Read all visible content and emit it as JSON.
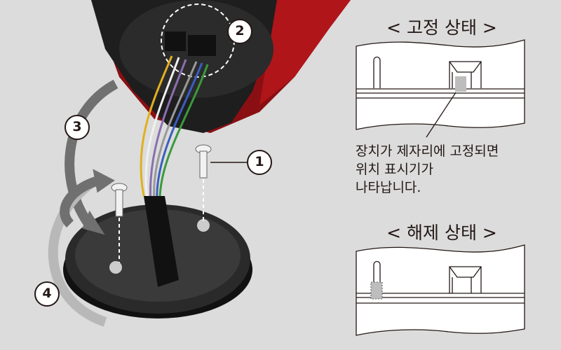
{
  "steps": [
    "1",
    "2",
    "3",
    "4"
  ],
  "locked": {
    "title": "< 고정 상태 >",
    "note_lines": [
      "장치가 제자리에 고정되면",
      "위치 표시기가",
      "나타납니다."
    ]
  },
  "released": {
    "title": "< 해제 상태 >"
  },
  "colors": {
    "background": "#dcdcdc",
    "line": "#231815",
    "indicator": "#bdbdbd",
    "housing": "#1e1e1e",
    "lens": "#8a0f12"
  }
}
